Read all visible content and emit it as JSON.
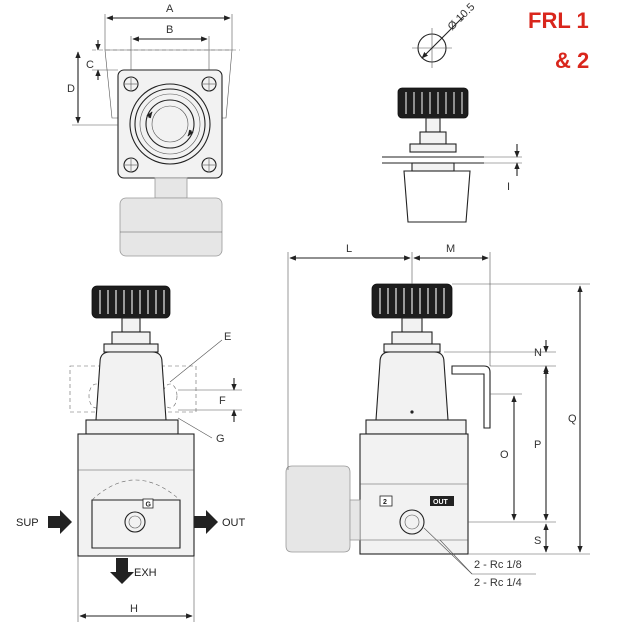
{
  "title": {
    "line1": "FRL 1",
    "line2": "& 2"
  },
  "dimensions": {
    "A": "A",
    "B": "B",
    "C": "C",
    "D": "D",
    "diameter": "Ø 10.5",
    "I": "I",
    "E": "E",
    "F": "F",
    "G": "G",
    "H": "H",
    "L": "L",
    "M": "M",
    "N": "N",
    "O": "O",
    "P": "P",
    "Q": "Q",
    "S": "S"
  },
  "ports": {
    "sup": "SUP",
    "out": "OUT",
    "exh": "EXH",
    "port_number": "2",
    "port_out_tag": "OUT",
    "gauge_tag": "G"
  },
  "threads": {
    "line1": "2 - Rc 1/8",
    "line2": "2 - Rc 1/4"
  },
  "colors": {
    "brand": "#d9261c",
    "ink": "#222222"
  }
}
